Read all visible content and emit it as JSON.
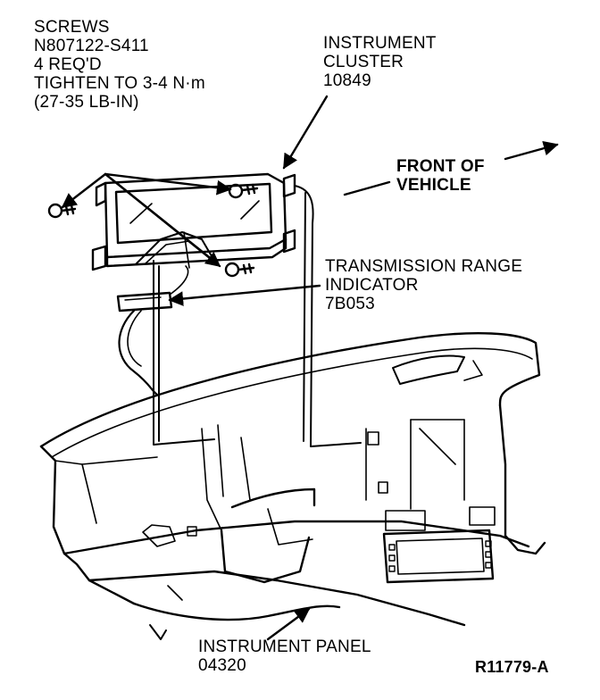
{
  "callouts": {
    "screws": {
      "lines": [
        "SCREWS",
        "N807122-S411",
        "4 REQ'D",
        "TIGHTEN TO 3-4 N·m",
        "(27-35 LB-IN)"
      ]
    },
    "instrument_cluster": {
      "lines": [
        "INSTRUMENT",
        "CLUSTER",
        "10849"
      ]
    },
    "front_of_vehicle": {
      "lines": [
        "FRONT OF",
        "VEHICLE"
      ]
    },
    "transmission_range_indicator": {
      "lines": [
        "TRANSMISSION RANGE",
        "INDICATOR",
        "7B053"
      ]
    },
    "instrument_panel": {
      "lines": [
        "INSTRUMENT PANEL",
        "04320"
      ]
    }
  },
  "figure_id": "R11779-A",
  "colors": {
    "ink": "#000000",
    "paper": "#ffffff"
  }
}
